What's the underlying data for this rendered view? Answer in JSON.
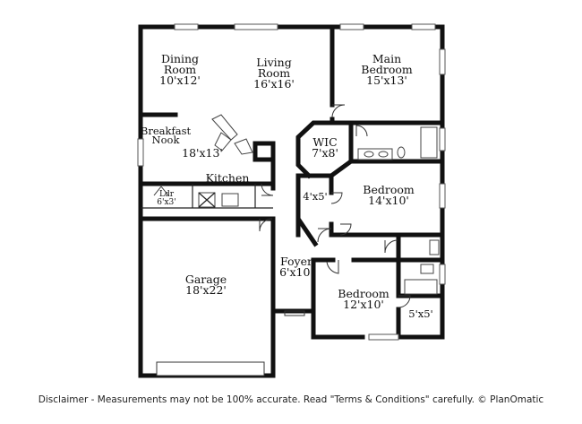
{
  "rooms": {
    "dining": {
      "name": "Dining\nRoom",
      "size": "10'x12'"
    },
    "living": {
      "name": "Living\nRoom",
      "size": "16'x16'"
    },
    "main_bedroom": {
      "name": "Main\nBedroom",
      "size": "15'x13'"
    },
    "breakfast_nook": {
      "name": "Breakfast\nNook",
      "size": "18'x13'"
    },
    "wic": {
      "name": "WIC",
      "size": "7'x8'"
    },
    "kitchen": {
      "name": "Kitchen"
    },
    "laundry": {
      "name": "Ldr",
      "size": "6'x3'"
    },
    "closet": {
      "size": "4'x5'"
    },
    "bedroom_2": {
      "name": "Bedroom",
      "size": "14'x10'"
    },
    "garage": {
      "name": "Garage",
      "size": "18'x22'"
    },
    "foyer": {
      "name": "Foyer",
      "size": "6'x10'"
    },
    "bedroom_3": {
      "name": "Bedroom",
      "size": "12'x10'"
    },
    "bath_small": {
      "size": "5'x5'"
    }
  },
  "disclaimer": "Disclaimer - Measurements may not be 100% accurate. Read \"Terms & Conditions\" carefully. © PlanOmatic"
}
